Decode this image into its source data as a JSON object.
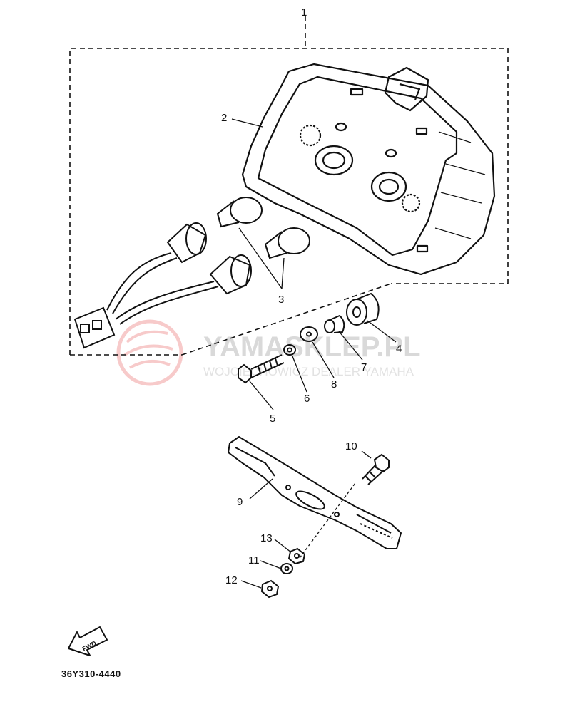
{
  "callouts": {
    "c1": "1",
    "c2": "2",
    "c3": "3",
    "c4": "4",
    "c5": "5",
    "c6": "6",
    "c7": "7",
    "c8": "8",
    "c9": "9",
    "c10": "10",
    "c11": "11",
    "c12": "12",
    "c13": "13"
  },
  "part_code": "36Y310-4440",
  "front_arrow_label": "FWD",
  "watermark": {
    "title": "YAMASKLEP.PL",
    "subtitle": "WOJCIECHOWICZ DEALER YAMAHA"
  },
  "colors": {
    "ink": "#111111",
    "watermark_red": "#f2b9b9",
    "watermark_gray": "#d9d9d9"
  }
}
